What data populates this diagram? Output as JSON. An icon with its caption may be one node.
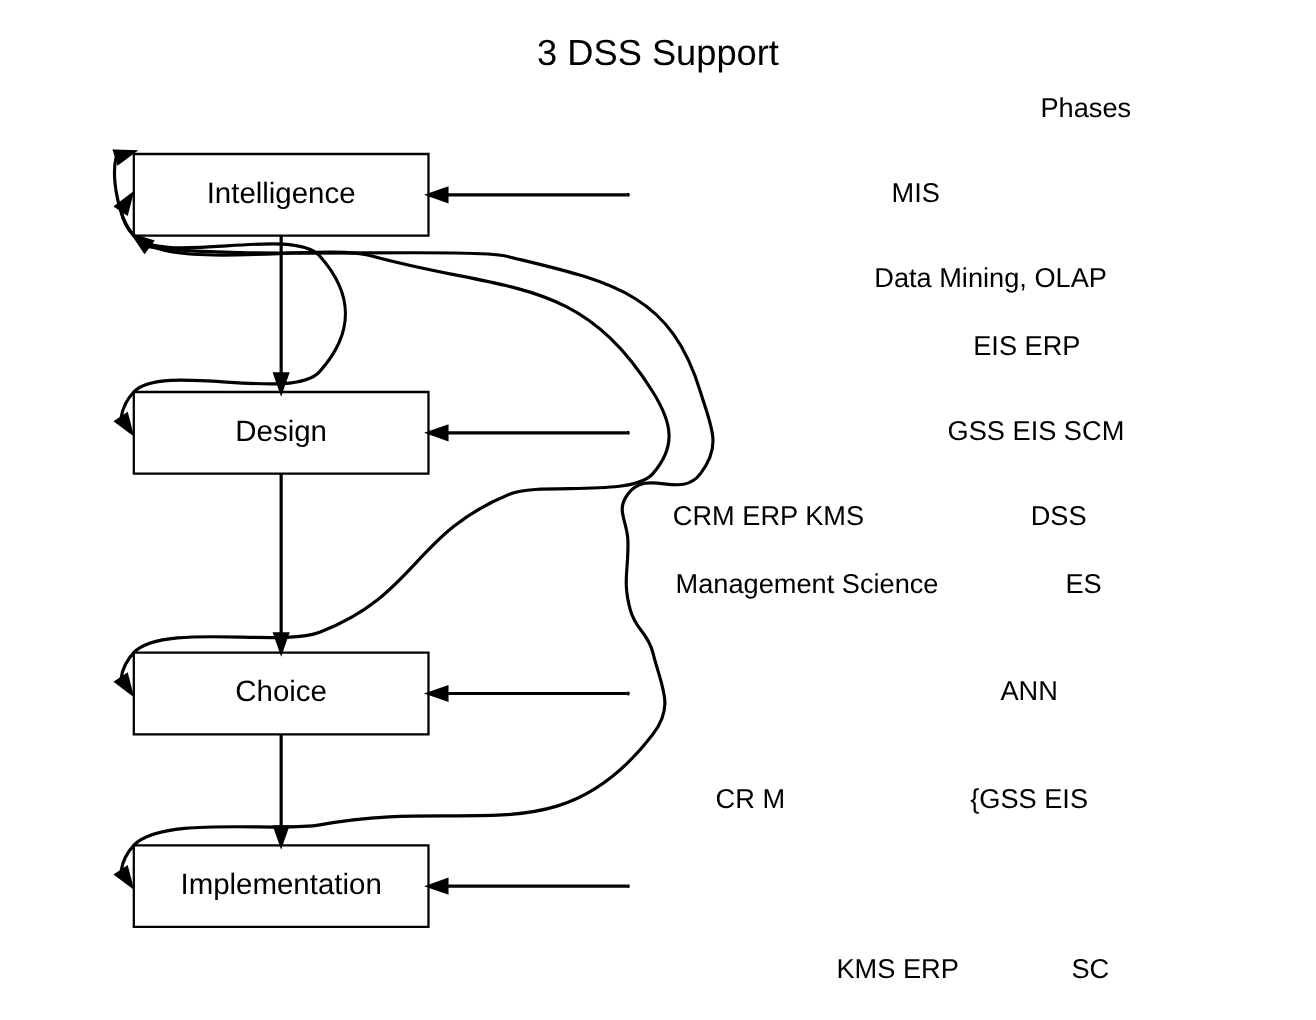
{
  "diagram": {
    "title": "3 DSS Support",
    "nodes": [
      {
        "text": [
          "Intelligence"
        ]
      },
      {
        "text": [
          "Design"
        ]
      },
      {
        "text": [
          "Choice"
        ]
      },
      {
        "text": [
          "Implementation"
        ]
      }
    ],
    "edges": [
      {
        "from": 0,
        "to": 1,
        "arrow": "to"
      },
      {
        "from": 1,
        "to": 2,
        "arrow": "to"
      },
      {
        "from": 2,
        "to": 3,
        "arrow": "to"
      },
      {
        "from": null,
        "to": 0,
        "arrow": "to"
      },
      {
        "from": null,
        "to": 1,
        "arrow": "to"
      },
      {
        "from": null,
        "to": 2,
        "arrow": "to"
      },
      {
        "from": null,
        "to": 3,
        "arrow": "to"
      },
      {
        "from": 1,
        "to": 0,
        "arrow": "both"
      },
      {
        "from": 2,
        "to": 0,
        "arrow": "both"
      },
      {
        "from": 3,
        "to": 0,
        "arrow": "both"
      }
    ],
    "labels": [
      "Phases",
      "MIS",
      "Data Mining, OLAP",
      "EIS ERP",
      "GSS EIS SCM",
      "CRM ERP KMS",
      "DSS",
      "Management Science",
      "ES",
      "ANN",
      "CR M",
      "{GSS EIS",
      "KMS ERP",
      "SC"
    ]
  }
}
